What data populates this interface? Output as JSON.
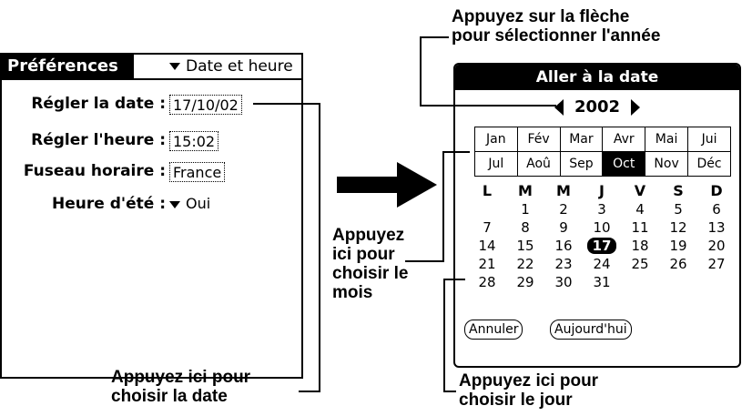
{
  "left_screen": {
    "title": "Préférences",
    "picker": "Date et heure",
    "rows": [
      {
        "label": "Régler la date :",
        "value": "17/10/02"
      },
      {
        "label": "Régler l'heure :",
        "value": "15:02"
      },
      {
        "label": "Fuseau horaire :",
        "value": "France"
      },
      {
        "label": "Heure d'été :",
        "value": "Oui"
      }
    ]
  },
  "dialog": {
    "title": "Aller à la date",
    "year": "2002",
    "months_row1": [
      "Jan",
      "Fév",
      "Mar",
      "Avr",
      "Mai",
      "Jui"
    ],
    "months_row2": [
      "Jul",
      "Aoû",
      "Sep",
      "Oct",
      "Nov",
      "Déc"
    ],
    "selected_month": "Oct",
    "weekdays": [
      "L",
      "M",
      "M",
      "J",
      "V",
      "S",
      "D"
    ],
    "weeks": [
      [
        "",
        "1",
        "2",
        "3",
        "4",
        "5",
        "6"
      ],
      [
        "7",
        "8",
        "9",
        "10",
        "11",
        "12",
        "13"
      ],
      [
        "14",
        "15",
        "16",
        "17",
        "18",
        "19",
        "20"
      ],
      [
        "21",
        "22",
        "23",
        "24",
        "25",
        "26",
        "27"
      ],
      [
        "28",
        "29",
        "30",
        "31",
        "",
        "",
        ""
      ]
    ],
    "selected_day": "17",
    "buttons": {
      "cancel": "Annuler",
      "today": "Aujourd'hui"
    }
  },
  "callouts": {
    "year_line1": "Appuyez sur la flèche",
    "year_line2": "pour sélectionner l'année",
    "month_line1": "Appuyez",
    "month_line2": "ici pour",
    "month_line3": "choisir le",
    "month_line4": "mois",
    "date_line1": "Appuyez ici pour",
    "date_line2": "choisir la date",
    "day_line1": "Appuyez ici pour",
    "day_line2": "choisir le jour"
  }
}
